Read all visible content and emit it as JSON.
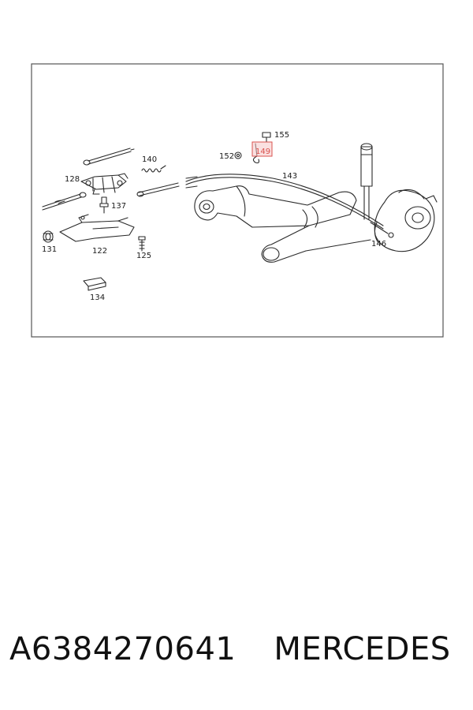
{
  "diagram": {
    "callouts": {
      "p122": "122",
      "p125": "125",
      "p128": "128",
      "p131": "131",
      "p134": "134",
      "p137": "137",
      "p140": "140",
      "p143": "143",
      "p146": "146",
      "p149": "149",
      "p152": "152",
      "p155": "155"
    },
    "highlighted_callout": "149",
    "colors": {
      "line": "#2a2a2a",
      "frame": "#555555",
      "highlight_fill": "#f6c6c6",
      "highlight_stroke": "#d9534f"
    }
  },
  "caption": {
    "part_number": "A6384270641",
    "brand": "MERCEDES"
  }
}
